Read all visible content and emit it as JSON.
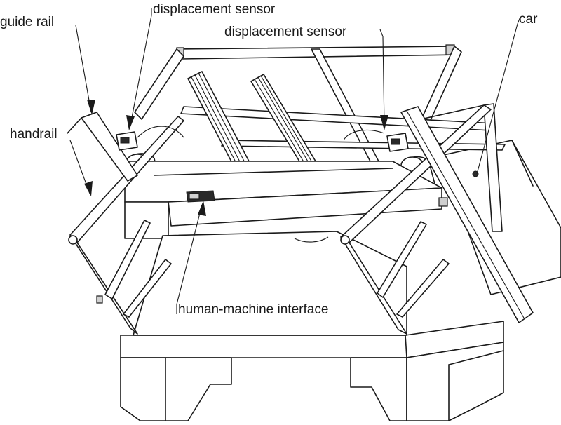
{
  "labels": {
    "guide_rail": "guide rail",
    "displacement_sensor_1": "displacement sensor",
    "displacement_sensor_2": "displacement sensor",
    "car": "car",
    "handrail": "handrail",
    "hmi": "human-machine interface"
  },
  "colors": {
    "line": "#1a1a1a",
    "background": "#ffffff"
  }
}
